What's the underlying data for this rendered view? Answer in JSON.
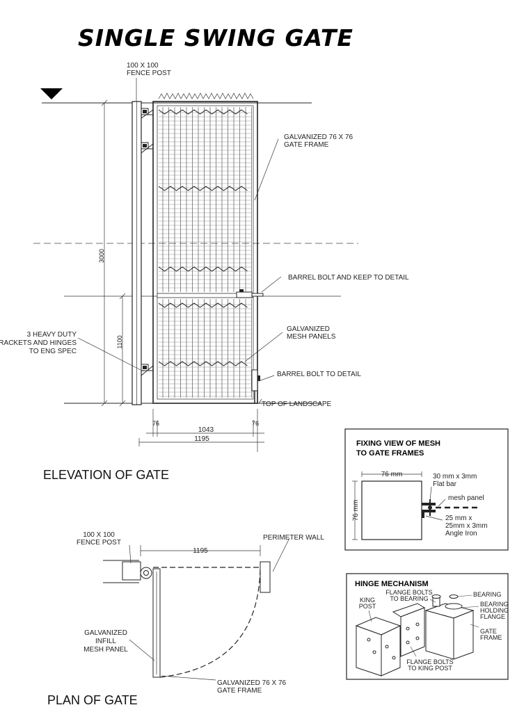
{
  "title": "SINGLE SWING GATE",
  "elevation": {
    "heading": "ELEVATION OF GATE",
    "labels": {
      "fence_post": [
        "100 X 100",
        "FENCE POST"
      ],
      "gate_frame": [
        "GALVANIZED 76 X 76",
        "GATE FRAME"
      ],
      "barrel_bolt_keep": "BARREL BOLT AND KEEP TO DETAIL",
      "mesh_panels": [
        "GALVANIZED",
        "MESH PANELS"
      ],
      "brackets": [
        "3 HEAVY DUTY",
        "BRACKETS AND HINGES",
        "TO ENG SPEC"
      ],
      "barrel_bolt": "BARREL BOLT TO DETAIL",
      "top_landscape": "TOP OF LANDSCAPE"
    },
    "dimensions": {
      "height_total": "3000",
      "height_lower": "1100",
      "frame_left": "76",
      "frame_right": "76",
      "clear_width": "1043",
      "overall_width": "1195"
    }
  },
  "plan": {
    "heading": "PLAN OF GATE",
    "labels": {
      "fence_post": [
        "100 X 100",
        "FENCE POST"
      ],
      "perimeter_wall": "PERIMETER WALL",
      "infill": [
        "GALVANIZED",
        "INFILL",
        "MESH PANEL"
      ],
      "gate_frame": [
        "GALVANIZED 76 X 76",
        "GATE FRAME"
      ]
    },
    "dimensions": {
      "width": "1195"
    }
  },
  "fixing_view": {
    "title": [
      "FIXING VIEW OF MESH",
      "TO GATE FRAMES"
    ],
    "dim_width": "76 mm",
    "dim_height": "76 mm",
    "flat_bar": [
      "30 mm x 3mm",
      "Flat bar"
    ],
    "mesh_panel": "mesh panel",
    "angle_iron": [
      "25 mm x",
      "25mm x 3mm",
      "Angle Iron"
    ]
  },
  "hinge": {
    "title": "HINGE MECHANISM",
    "flange_bolts_bearing": [
      "FLANGE BOLTS",
      "TO BEARING"
    ],
    "bearing": "BEARING",
    "holding_flange": [
      "BEARING",
      "HOLDING",
      "FLANGE"
    ],
    "king_post": [
      "KING",
      "POST"
    ],
    "gate_frame": [
      "GATE",
      "FRAME"
    ],
    "flange_bolts_king": [
      "FLANGE BOLTS",
      "TO KING POST"
    ]
  }
}
